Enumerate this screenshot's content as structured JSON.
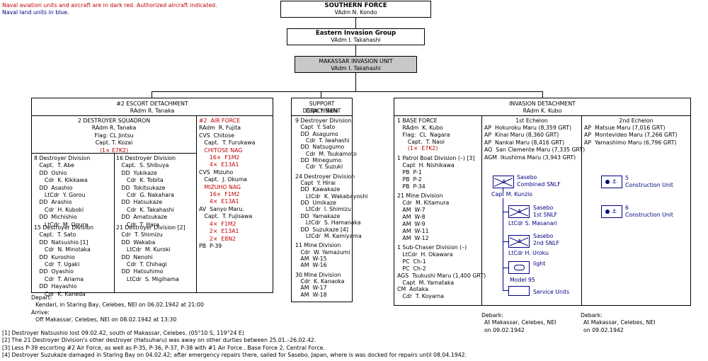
{
  "legend": {
    "line1": "Naval aviation units and aircraft are in dark red. Authorized aircraft indicated.",
    "line2": "Naval land units in blue."
  },
  "top": {
    "title": "SOUTHERN FORCE",
    "cmdr": "VAdm  N. Kondo"
  },
  "eastern": {
    "title": "Eastern Invasion Group",
    "cmdr": "VAdm  I. Takahashi"
  },
  "makassar": {
    "title": "MAKASSAR INVASION UNIT",
    "cmdr": "VAdm  I. Takahashi"
  },
  "escort": {
    "title": "#2 ESCORT DETACHMENT",
    "cmdr": "RAdm  R. Tanaka",
    "sqn": {
      "l1": "2 DESTROYER SQUADRON",
      "l2": "RAdm  R. Tanaka",
      "l3": "Flag:  CL  Jintsu",
      "l4": "Capt.  T. Kozai",
      "l5": "(1×  E7K2)"
    },
    "div8": [
      "8 Destroyer Division",
      "   Capt.  T. Abe",
      "   DD  Oshio",
      "      Cdr  K. Kikkawa",
      "   DD  Asashio",
      "      LtCdr  Y. Gorou",
      "   DD  Arashio",
      "      Cdr  H. Kuboki",
      "   DD  Michishio",
      "      LtCdr  M. Ogura"
    ],
    "div15": [
      "15 Destroyer Division",
      "   Capt.  T. Sato",
      "   DD  Natsushio [1]",
      "      Cdr  N. Minotaka",
      "   DD  Kuroshio",
      "      Cdr  T. Ugaki",
      "   DD  Oyashio",
      "      Cdr  T. Ariama",
      "   DD  Hayashio",
      "      Cdr  K. Kaneda"
    ],
    "div16": [
      "16 Destroyer Division",
      "   Capt.  S. Shibuya",
      "   DD  Yukikaze",
      "      Cdr  K. Tobita",
      "   DD  Tokitsukaze",
      "      Cdr  G. Nakahara",
      "   DD  Hatsukaze",
      "      Cdr  K. Takahashi",
      "   DD  Amatsukaze",
      "      Cdr  T. Hara"
    ],
    "div21": [
      "21 Destroyer Division [2]",
      "   Cdr  T. Shimizu",
      "   DD  Wakaba",
      "      LtCdr  M. Kuroki",
      "   DD  Nenohi",
      "      Cdr  T. Chihagi",
      "   DD  Hatsuhimo",
      "      LtCdr  S. Migihama"
    ]
  },
  "air": [
    {
      "t": "#2  AIR FORCE",
      "c": "red"
    },
    {
      "t": "RAdm  R. Fujita",
      "c": ""
    },
    {
      "t": "CVS  Chitose",
      "c": ""
    },
    {
      "t": "   Capt.  T. Furukawa",
      "c": ""
    },
    {
      "t": "   CHITOSE NAG",
      "c": "red"
    },
    {
      "t": "      16×  F1M2",
      "c": "red"
    },
    {
      "t": "      4×  E13A1",
      "c": "red"
    },
    {
      "t": "CVS  Mizuho",
      "c": ""
    },
    {
      "t": "   Capt.  J. Okuma",
      "c": ""
    },
    {
      "t": "   MIZUHO NAG",
      "c": "red"
    },
    {
      "t": "      16×  F1M2",
      "c": "red"
    },
    {
      "t": "      4×  E13A1",
      "c": "red"
    },
    {
      "t": "AV  Sanyo Maru.",
      "c": ""
    },
    {
      "t": "   Capt.  T. Fujisawa",
      "c": ""
    },
    {
      "t": "      4×  F1M2",
      "c": "red"
    },
    {
      "t": "      2×  E13A1",
      "c": "red"
    },
    {
      "t": "      2×  E8N2",
      "c": "red"
    },
    {
      "t": "PB  P-39",
      "c": ""
    }
  ],
  "depart": {
    "l1": "Depart:",
    "l2": "Kendari, in Staring Bay, Celebes, NEI on 06.02.1942 at 21:00",
    "l3": "Arrive:",
    "l4": "Off Makassar, Celebes, NEI on 08.02.1942 at 13:30"
  },
  "support": {
    "title": "SUPPORT DETACHMENT",
    "cmdr": "Capt  Y. Sato",
    "lines": [
      "9 Destroyer Division",
      "   Capt  Y. Sato",
      "   DD  Asagumo",
      "      Cdr  T. Iwahashi",
      "   DD  Natsugumo",
      "      Cdr  M. Tsukamoto",
      "   DD  Minegumo",
      "      Cdr  Y. Suzuki",
      "",
      "24 Destroyer Division",
      "   Capt  Y. Hirai",
      "   DD  Kawakaze",
      "      LtCdr  K. Wakabayoshi",
      "   DD  Umikaze",
      "      LtCdr  I. Shimizu",
      "   DD  Yamakaze",
      "      LtCdr  S. Hamanaka",
      "   DD  Suzukaze [4]",
      "      LtCdr  M. Kamiyama",
      "",
      "11 Mine Division",
      "   Cdr  W. Yamazumi",
      "   AM  W-15",
      "   AM  W-16",
      "",
      "30 Mine Division",
      "   Cdr  K. Kanaoka",
      "   AM  W-17",
      "   AM  W-18"
    ]
  },
  "invasion": {
    "title": "INVASION DETACHMENT",
    "cmdr": "RAdm  K. Kubo",
    "base": [
      "1 BASE FORCE",
      "   RAdm  K. Kubo",
      "   Flag:  CL  Nagara",
      "      Capt.  T. Naoi",
      "      (1×  E7K2)",
      "",
      "1 Patrol Boat Division (–) [3]",
      "   Capt  H. Nishikawa",
      "   PB  P-1",
      "   PB  P-2",
      "   PB  P-34",
      "",
      "21 Mine Division",
      "   Cdr  M. Kitamura",
      "   AM  W-7",
      "   AM  W-8",
      "   AM  W-9",
      "   AM  W-11",
      "   AM  W-12",
      "",
      "1 Sub-Chaser Division (–)",
      "   LtCdr  H. Okawara",
      "   PC  Ch-1",
      "   PC  Ch-2",
      "AGS  Tsukushi Maru (1,400 GRT)",
      "   Capt  M. Yamataka",
      "CM  Aotaka",
      "   Cdr  T. Koyama"
    ],
    "ech1": {
      "title": "1st Echelon",
      "lines": [
        "AP  Hokuroku Maru (8,359 GRT)",
        "AP  Kinai Maru (8,360 GRT)",
        "AP  Nankai Maru (8,416 GRT)",
        "AO  San Clemente Maru (7,335 GRT)",
        "AGM  Ikushima Maru (3,943 GRT)"
      ]
    },
    "ech2": {
      "title": "2nd Echelon",
      "lines": [
        "AP  Matsue Maru (7,016 GRT)",
        "AP  Montevideo Maru (7,266 GRT)",
        "AP  Yamashimo Maru (6,796 GRT)"
      ]
    },
    "snlf": {
      "combined": {
        "l1": "Sasebo",
        "l2": "Combined SNLF",
        "cmdr": "Capt  M. Kunzio"
      },
      "first": {
        "l1": "Sasebo",
        "l2": "1st SNLF",
        "cmdr": "LtCdr  S. Masanari"
      },
      "second": {
        "l1": "Sasebo",
        "l2": "2nd SNLF",
        "cmdr": "LtCdr  H. Uroku"
      },
      "light": "light",
      "model": "Model 95",
      "service": "Service Units",
      "c5": {
        "l1": "5",
        "l2": "Construction Unit"
      },
      "c6": {
        "l1": "6",
        "l2": "Construction Unit"
      }
    },
    "debark1": [
      "Debark:",
      "At Makassar, Celebes, NEI",
      "on 09.02.1942"
    ],
    "debark2": [
      "Debark:",
      "At Makassar, Celebes, NEI",
      "on 09.02.1942"
    ]
  },
  "notes": [
    "[1] Destroyer Natsushio lost 09.02.42, south of Makassar, Celebes. (05°10 S, 119°24 E)",
    "[2] The 21 Destroyer Division's other destroyer (Hatsuharu) was away on other durties between 25.01.–26.02.42.",
    "[3] Less P-39 escorting #2 Air Force, as well as P-35, P-36, P-37, P-38 with #1 Air Force , Base Force 2, Central Force.",
    "[4] Destroyer Suzukaze damaged in Staring Bay on 04.02.42; after emergency repairs there, sailed for Sasebo, Japan, where is was docked for repairs until 08.04.1942."
  ]
}
